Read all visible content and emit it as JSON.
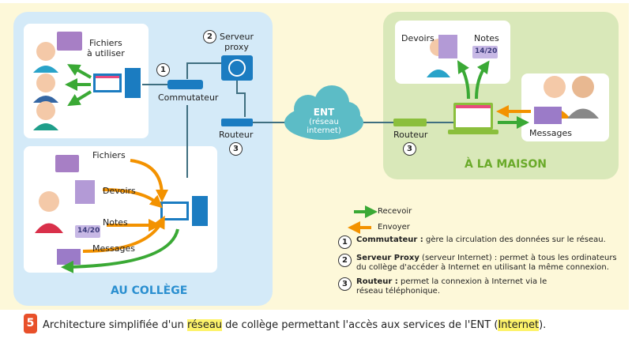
{
  "college": {
    "title": "AU COLLÈGE",
    "fichiers_utiliser": "Fichiers\nà utiliser",
    "commutateur": "Commutateur",
    "serveur": "Serveur\nproxy",
    "routeur": "Routeur",
    "fichiers": "Fichiers",
    "devoirs": "Devoirs",
    "notes": "Notes",
    "messages": "Messages",
    "grade": "14/20"
  },
  "cloud": {
    "title": "ENT",
    "subtitle": "(réseau internet)"
  },
  "maison": {
    "title": "À LA MAISON",
    "routeur": "Routeur",
    "devoirs": "Devoirs",
    "notes": "Notes",
    "messages": "Messages",
    "grade": "14/20"
  },
  "numbers": [
    "1",
    "2",
    "3"
  ],
  "legend": {
    "recevoir": "Recevoir",
    "envoyer": "Envoyer",
    "items": [
      {
        "num": "1",
        "term": "Commutateur :",
        "text": " gère la circulation des données sur le réseau."
      },
      {
        "num": "2",
        "term": "Serveur Proxy",
        "text": " (serveur Internet) : permet à tous les ordinateurs du collège d'accéder à Internet en utilisant la même connexion."
      },
      {
        "num": "3",
        "term": "Routeur :",
        "text": " permet la connexion à Internet via le réseau téléphonique."
      }
    ]
  },
  "caption": {
    "badge": "5",
    "part1": "Architecture simplifiée d'un ",
    "hl1": "réseau",
    "part2": " de collège permettant l'accès aux services de l'ENT (",
    "hl2": "Internet",
    "part3": ")."
  },
  "colors": {
    "receive": "#3aa935",
    "send": "#f39200",
    "college_bg": "#d4eaf8",
    "maison_bg": "#d9e8b9",
    "badge": "#e8502a"
  }
}
